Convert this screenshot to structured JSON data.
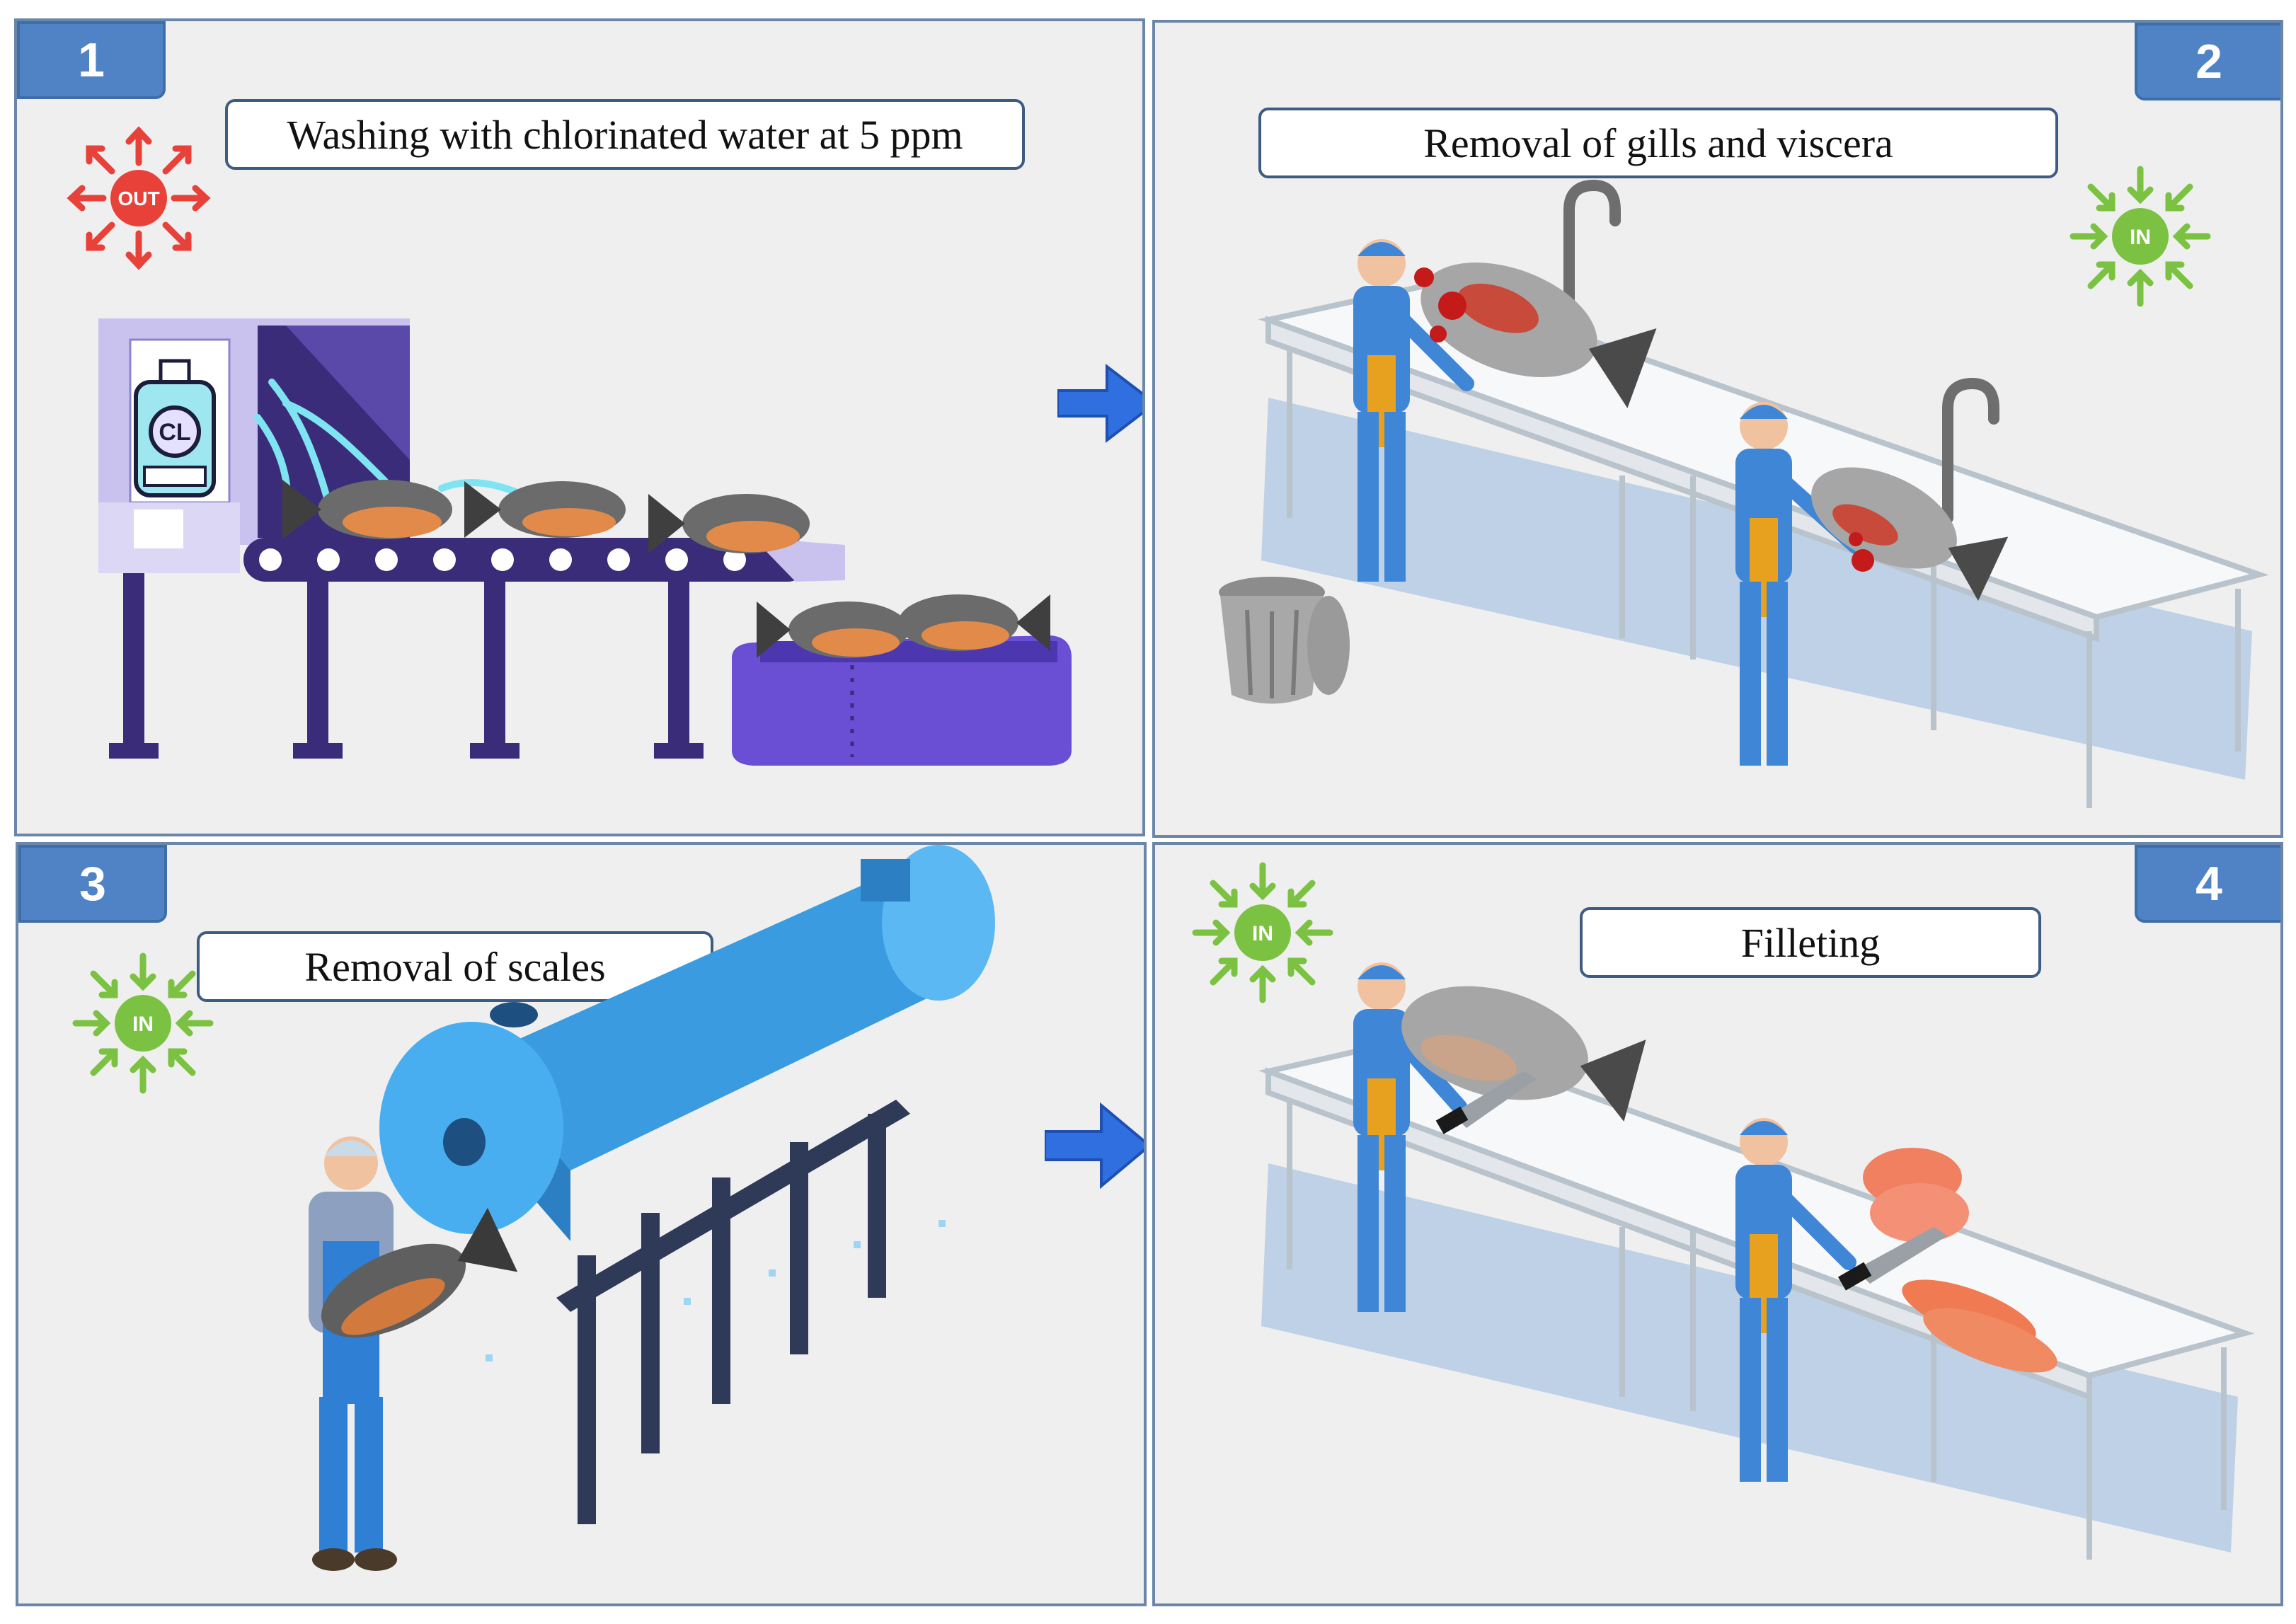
{
  "steps": [
    {
      "number": "1",
      "label": "Washing with chlorinated water at 5 ppm",
      "badge": "OUT"
    },
    {
      "number": "2",
      "label": "Removal of gills and viscera",
      "badge": "IN"
    },
    {
      "number": "3",
      "label": "Removal of scales",
      "badge": "IN"
    },
    {
      "number": "4",
      "label": "Filleting",
      "badge": "IN"
    }
  ],
  "bottle_label": "CL",
  "colors": {
    "out_badge": "#e8413a",
    "in_badge": "#7cc242",
    "number_badge": "#4f83c6",
    "worker_blue": "#3f86d6",
    "machine_blue": "#3a9be0",
    "conveyor_purple": "#3b2c7a",
    "flow_arrow": "#2f6fe0"
  },
  "icons": {
    "out": "out-direction-icon",
    "in": "in-direction-icon",
    "flow": "flow-arrow-icon",
    "trash": "trash-can-icon",
    "faucet": "faucet-icon",
    "knife": "knife-icon",
    "fish": "fish-icon"
  }
}
